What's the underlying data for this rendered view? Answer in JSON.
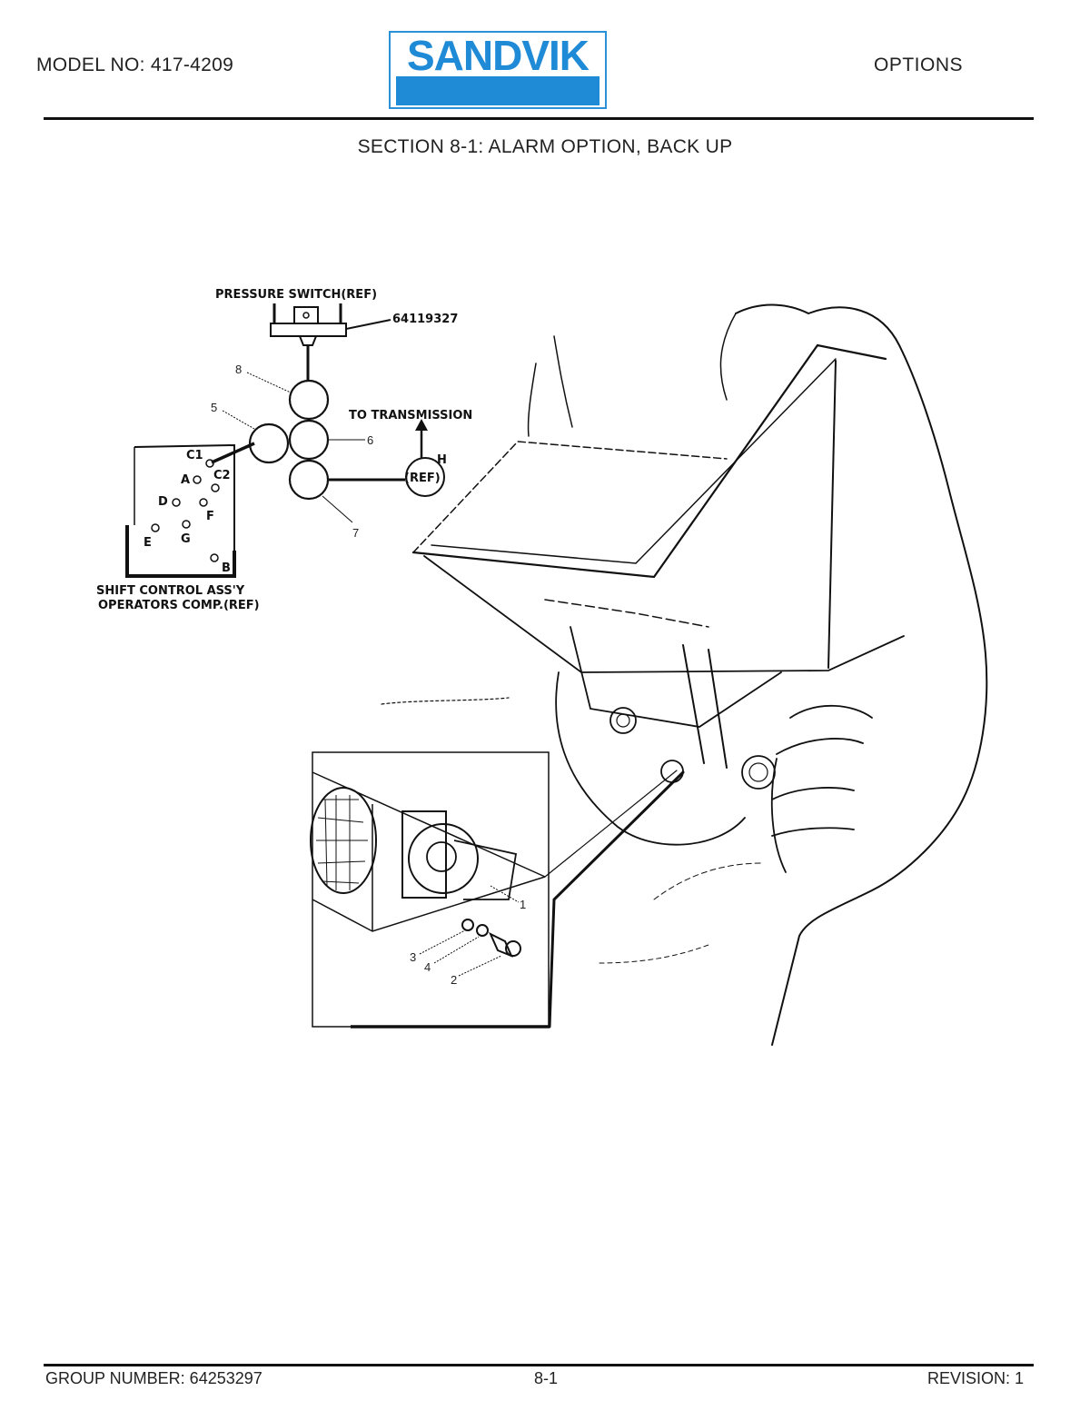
{
  "header": {
    "model_no": "MODEL NO: 417-4209",
    "logo_text": "SANDVIK",
    "category": "OPTIONS",
    "brand_color": "#1f8ad6"
  },
  "section": {
    "title": "SECTION 8-1: ALARM OPTION, BACK UP"
  },
  "diagram": {
    "schematic": {
      "pressure_switch_label": "PRESSURE SWITCH(REF)",
      "part_number": "64119327",
      "to_transmission_label": "TO TRANSMISSION",
      "ref_label": "(REF)",
      "port_h": "H",
      "shift_control_label_line1": "SHIFT CONTROL ASS'Y",
      "shift_control_label_line2": "OPERATORS COMP.(REF)",
      "ports": [
        "C1",
        "C2",
        "A",
        "D",
        "F",
        "E",
        "G",
        "B"
      ],
      "callouts": [
        "8",
        "5",
        "6",
        "7"
      ]
    },
    "detail": {
      "callouts": [
        "1",
        "3",
        "4",
        "2"
      ]
    }
  },
  "footer": {
    "group_number": "GROUP NUMBER: 64253297",
    "page": "8-1",
    "revision": "REVISION: 1"
  }
}
